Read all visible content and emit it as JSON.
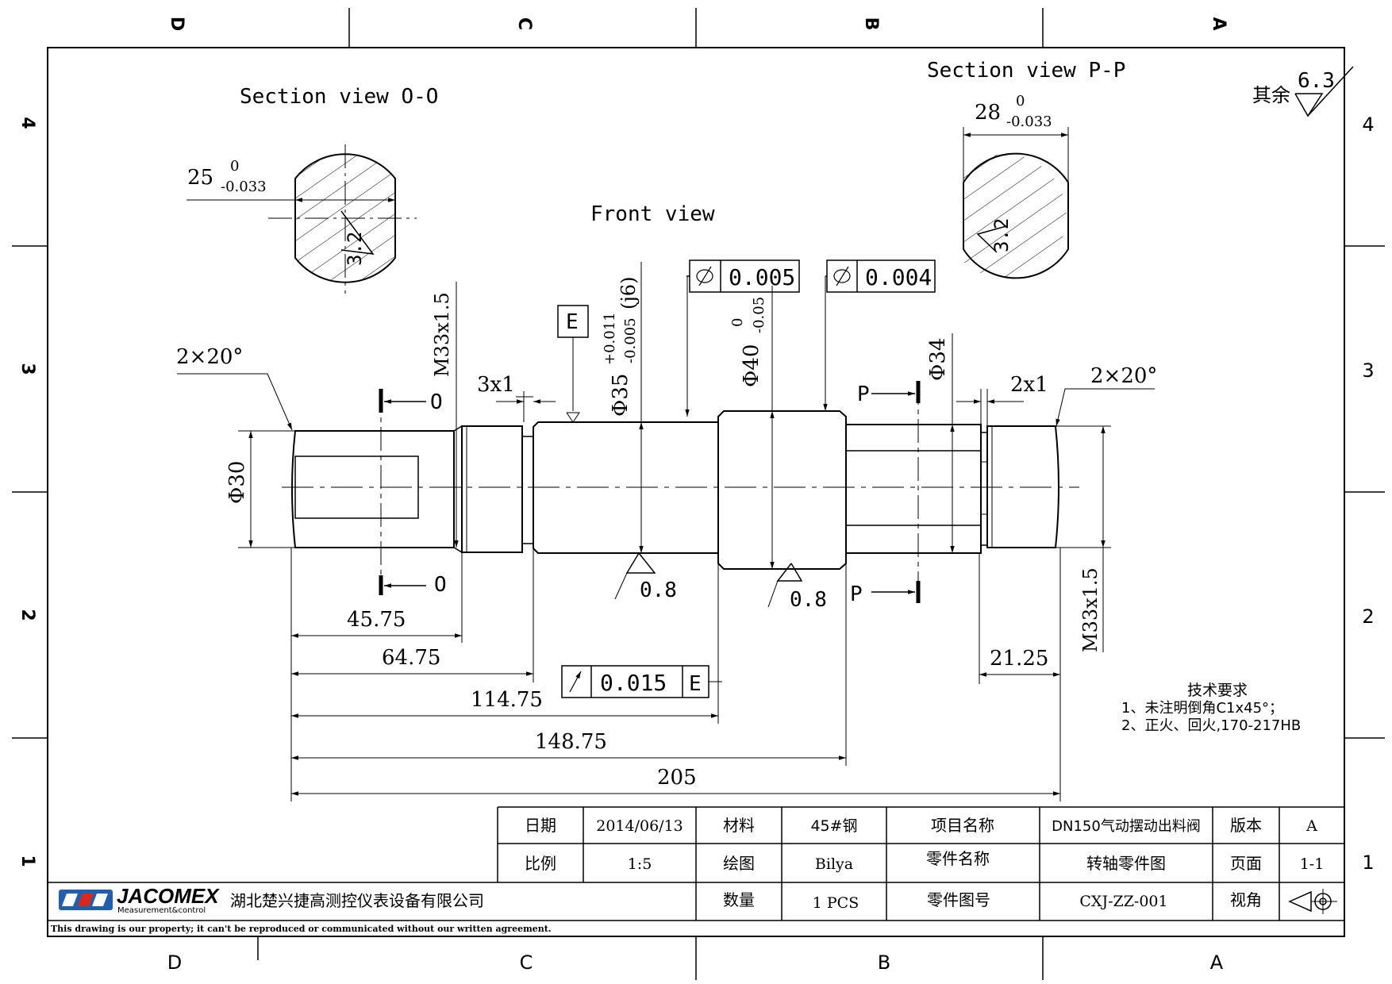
{
  "border": {
    "columns": [
      "D",
      "C",
      "B",
      "A"
    ],
    "rows": [
      "4",
      "3",
      "2",
      "1"
    ]
  },
  "views": {
    "section_o": "Section view O-O",
    "section_p": "Section view P-P",
    "front": "Front view"
  },
  "roughness": {
    "general_prefix": "其余",
    "general_value": "6.3",
    "section_o_value": "3.2",
    "section_p_value": "3.2",
    "front_left": "0.8",
    "front_right": "0.8"
  },
  "section_o": {
    "width_nominal": "25",
    "width_upper": "0",
    "width_lower": "-0.033"
  },
  "section_p": {
    "width_nominal": "28",
    "width_upper": "0",
    "width_lower": "-0.033"
  },
  "tolerances": {
    "runout_1": "0.005",
    "runout_2": "0.004",
    "runout_3": "0.015",
    "runout_3_datum": "E",
    "datum_e": "E"
  },
  "dimensions": {
    "chamfer_left": "2×20°",
    "chamfer_right": "2×20°",
    "thread_left": "M33x1.5",
    "thread_right": "M33x1.5",
    "groove_left": "3x1",
    "groove_right": "2x1",
    "dia_30": "Φ30",
    "dia_35": "Φ35",
    "dia_35_upper": "+0.011",
    "dia_35_lower": "-0.005",
    "dia_35_fit": "(j6)",
    "dia_40": "Φ40",
    "dia_40_upper": "0",
    "dia_40_lower": "-0.05",
    "dia_34": "Φ34",
    "cut_o": "O",
    "cut_p": "P",
    "len_45_75": "45.75",
    "len_64_75": "64.75",
    "len_114_75": "114.75",
    "len_148_75": "148.75",
    "len_205": "205",
    "len_21_25": "21.25"
  },
  "tech_requirements": {
    "title": "技术要求",
    "item_1": "1、未注明倒角C1x45°；",
    "item_2": "2、正火、回火,170-217HB"
  },
  "title_block": {
    "date_label": "日期",
    "date_value": "2014/06/13",
    "material_label": "材料",
    "material_value": "45#钢",
    "project_label": "项目名称",
    "project_value": "DN150气动摆动出料阀",
    "version_label": "版本",
    "version_value": "A",
    "scale_label": "比例",
    "scale_value": "1:5",
    "drawn_label": "绘图",
    "drawn_value": "Bilya",
    "part_name_label": "零件名称",
    "part_name_value": "转轴零件图",
    "page_label": "页面",
    "page_value": "1-1",
    "qty_label": "数量",
    "qty_value": "1 PCS",
    "part_no_label": "零件图号",
    "part_no_value": "CXJ-ZZ-001",
    "projection_label": "视角",
    "company_cn": "湖北楚兴捷高测控仪表设备有限公司",
    "logo_name": "JACOMEX",
    "logo_tagline": "Measurement&control",
    "logo_color": "#1f5fb0",
    "logo_accent": "#d9291c",
    "disclaimer": "This drawing is our property; it can't be reproduced or communicated without our written agreement."
  }
}
